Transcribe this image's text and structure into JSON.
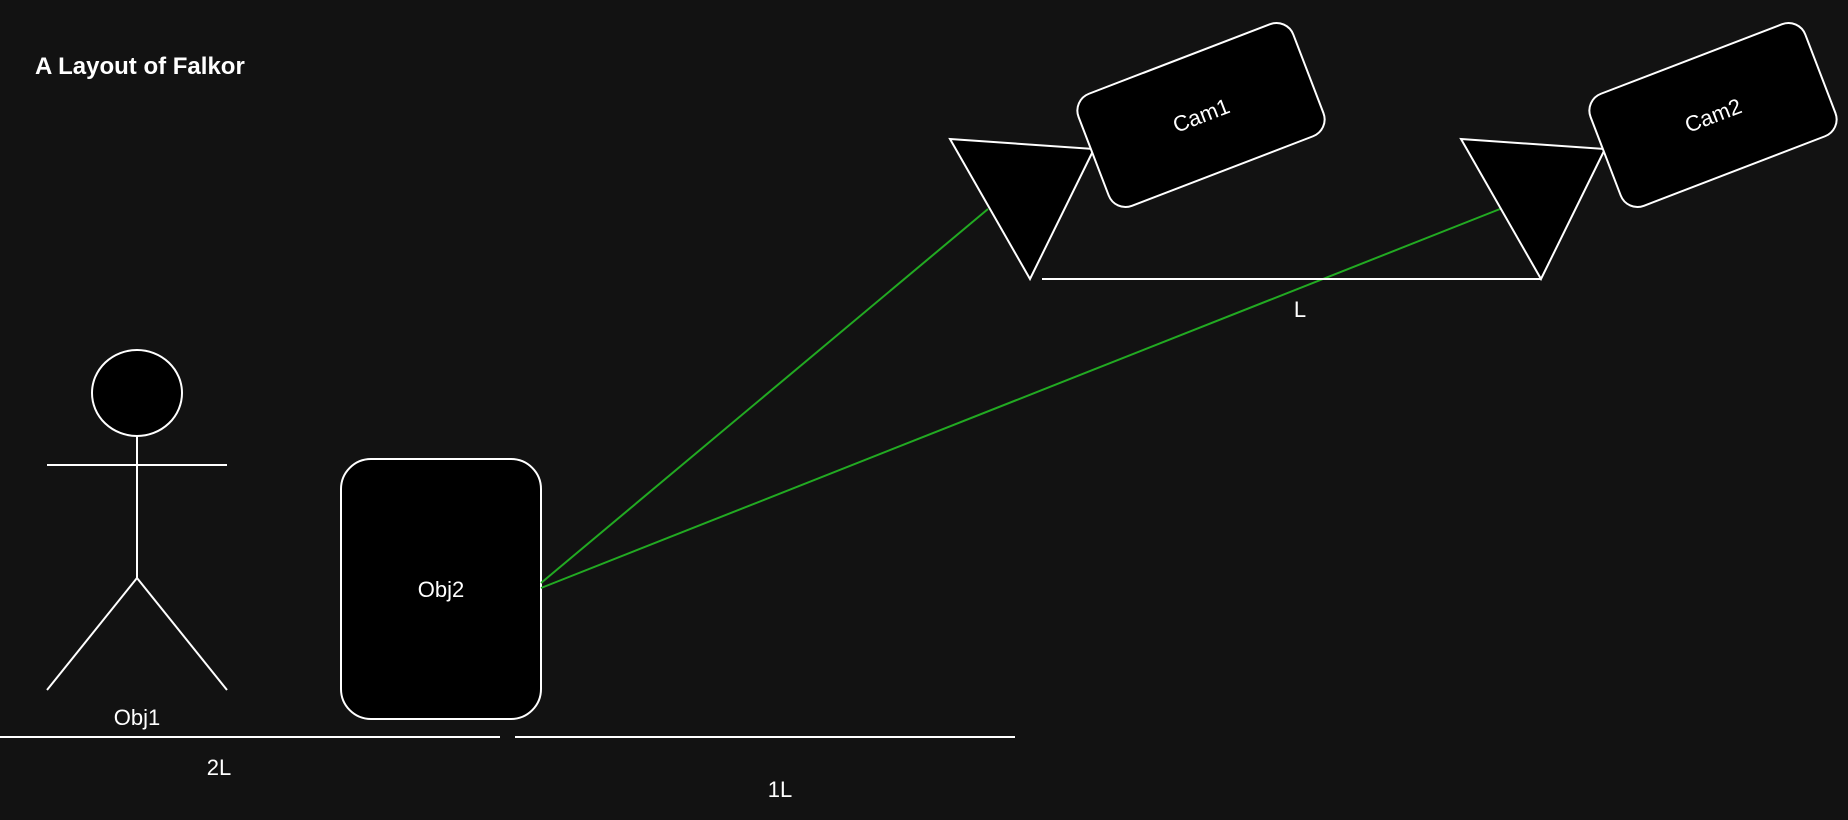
{
  "title": "A Layout of Falkor",
  "objects": {
    "obj1": "Obj1",
    "obj2": "Obj2"
  },
  "cameras": {
    "cam1": "Cam1",
    "cam2": "Cam2"
  },
  "dimensions": {
    "baseline_label": "L",
    "distance_2L": "2L",
    "distance_1L": "1L"
  },
  "colors": {
    "background": "#121212",
    "line": "#ffffff",
    "sightline": "#22aa22",
    "fill": "#000000"
  }
}
